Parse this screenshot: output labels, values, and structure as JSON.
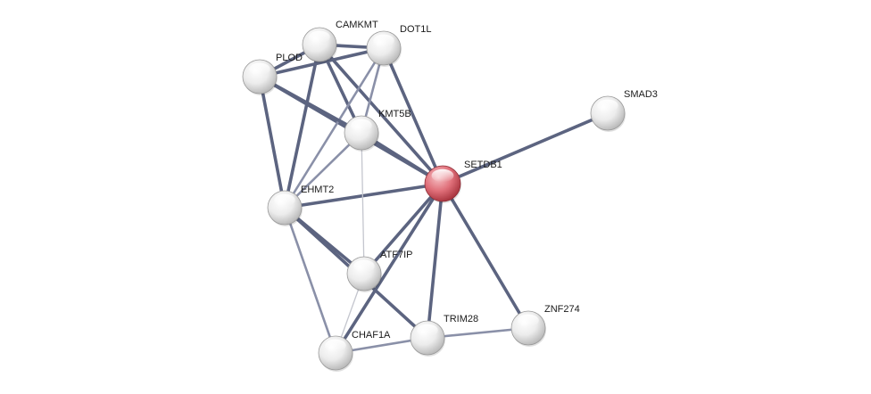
{
  "network": {
    "nodes": [
      {
        "id": "SETDB1",
        "label": "SETDB1",
        "query": true
      },
      {
        "id": "CAMKMT",
        "label": "CAMKMT",
        "query": false
      },
      {
        "id": "DOT1L",
        "label": "DOT1L",
        "query": false
      },
      {
        "id": "PLOD",
        "label": "PLOD",
        "query": false
      },
      {
        "id": "KMT5B",
        "label": "KMT5B",
        "query": false
      },
      {
        "id": "SMAD3",
        "label": "SMAD3",
        "query": false
      },
      {
        "id": "EHMT2",
        "label": "EHMT2",
        "query": false
      },
      {
        "id": "ATF7IP",
        "label": "ATF7IP",
        "query": false
      },
      {
        "id": "ZNF274",
        "label": "ZNF274",
        "query": false
      },
      {
        "id": "TRIM28",
        "label": "TRIM28",
        "query": false
      },
      {
        "id": "CHAF1A",
        "label": "CHAF1A",
        "query": false
      }
    ],
    "edges": [
      {
        "source": "SETDB1",
        "target": "SMAD3",
        "strength": "strong"
      },
      {
        "source": "SETDB1",
        "target": "ZNF274",
        "strength": "strong"
      },
      {
        "source": "SETDB1",
        "target": "TRIM28",
        "strength": "strong"
      },
      {
        "source": "SETDB1",
        "target": "ATF7IP",
        "strength": "strong"
      },
      {
        "source": "SETDB1",
        "target": "CHAF1A",
        "strength": "strong"
      },
      {
        "source": "SETDB1",
        "target": "EHMT2",
        "strength": "strong"
      },
      {
        "source": "SETDB1",
        "target": "KMT5B",
        "strength": "strong"
      },
      {
        "source": "SETDB1",
        "target": "DOT1L",
        "strength": "strong"
      },
      {
        "source": "SETDB1",
        "target": "CAMKMT",
        "strength": "strong"
      },
      {
        "source": "SETDB1",
        "target": "PLOD",
        "strength": "strong"
      },
      {
        "source": "CAMKMT",
        "target": "DOT1L",
        "strength": "strong"
      },
      {
        "source": "CAMKMT",
        "target": "PLOD",
        "strength": "strong"
      },
      {
        "source": "CAMKMT",
        "target": "KMT5B",
        "strength": "strong"
      },
      {
        "source": "CAMKMT",
        "target": "EHMT2",
        "strength": "strong"
      },
      {
        "source": "DOT1L",
        "target": "PLOD",
        "strength": "strong"
      },
      {
        "source": "DOT1L",
        "target": "KMT5B",
        "strength": "medium"
      },
      {
        "source": "DOT1L",
        "target": "EHMT2",
        "strength": "medium"
      },
      {
        "source": "PLOD",
        "target": "KMT5B",
        "strength": "strong"
      },
      {
        "source": "PLOD",
        "target": "EHMT2",
        "strength": "strong"
      },
      {
        "source": "KMT5B",
        "target": "EHMT2",
        "strength": "medium"
      },
      {
        "source": "KMT5B",
        "target": "ATF7IP",
        "strength": "weak"
      },
      {
        "source": "EHMT2",
        "target": "ATF7IP",
        "strength": "strong"
      },
      {
        "source": "EHMT2",
        "target": "TRIM28",
        "strength": "strong"
      },
      {
        "source": "EHMT2",
        "target": "CHAF1A",
        "strength": "medium"
      },
      {
        "source": "ATF7IP",
        "target": "CHAF1A",
        "strength": "weak"
      },
      {
        "source": "CHAF1A",
        "target": "TRIM28",
        "strength": "medium"
      },
      {
        "source": "TRIM28",
        "target": "ZNF274",
        "strength": "medium"
      }
    ]
  },
  "colors": {
    "query_node": "#e0707a",
    "default_node": "#f0f0f0",
    "edge_strong": "#5c6480",
    "edge_medium": "#8a90a8",
    "edge_weak": "#c4c6ce",
    "label": "#1a1a1a"
  }
}
